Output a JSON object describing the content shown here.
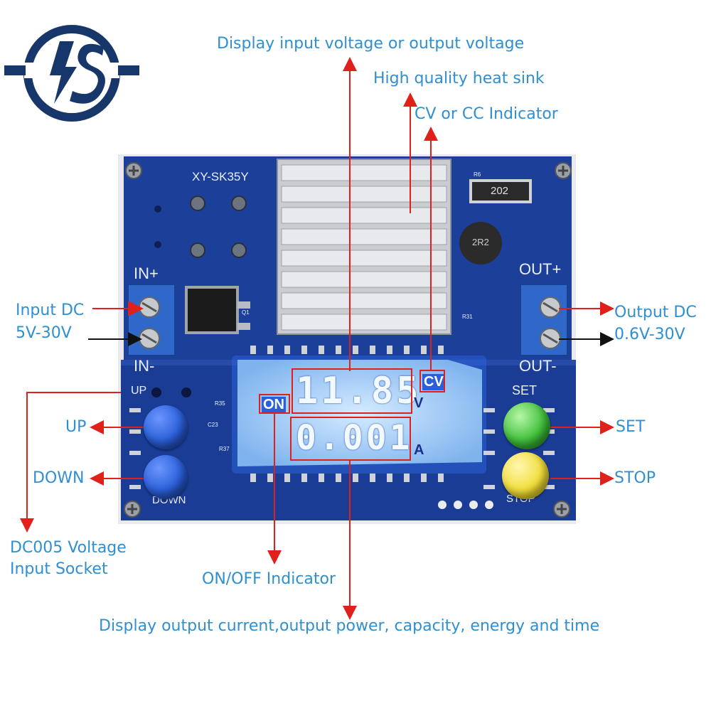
{
  "logo": {
    "icon": "ts-logo-icon",
    "color": "#17376b"
  },
  "board": {
    "model": "XY-SK35Y",
    "in_plus": "IN+",
    "in_minus": "IN-",
    "out_plus": "OUT+",
    "out_minus": "OUT-",
    "up_silk": "UP",
    "down_silk": "DOWN",
    "set_silk": "SET",
    "stop_silk": "STOP",
    "resistor_code": "202",
    "inductor_code": "2R2",
    "small_labels": [
      "R35",
      "C23",
      "R37",
      "Q1",
      "R6",
      "R31"
    ]
  },
  "lcd": {
    "voltage": "11.85",
    "voltage_unit": "V",
    "current": "0.001",
    "current_unit": "A",
    "on_indicator": "ON",
    "mode_indicator": "CV"
  },
  "annotations": {
    "display_voltage": "Display input voltage or output voltage",
    "heat_sink": "High quality heat sink",
    "cv_cc": "CV or CC Indicator",
    "input_dc": "Input DC",
    "input_range": "5V-30V",
    "output_dc": "Output DC",
    "output_range": "0.6V-30V",
    "up": "UP",
    "down": "DOWN",
    "set": "SET",
    "stop": "STOP",
    "dc005_line1": "DC005 Voltage",
    "dc005_line2": "Input Socket",
    "on_off": "ON/OFF Indicator",
    "display_current": "Display output current,output power, capacity, energy and time"
  },
  "colors": {
    "label": "#2f8fd0",
    "arrow_red": "#e0201b",
    "pcb": "#1c3f9a",
    "lcd": "#a8cff5",
    "btn_blue": "#2a5fd8",
    "btn_green": "#3fbf3a",
    "btn_yellow": "#f2de3a"
  }
}
